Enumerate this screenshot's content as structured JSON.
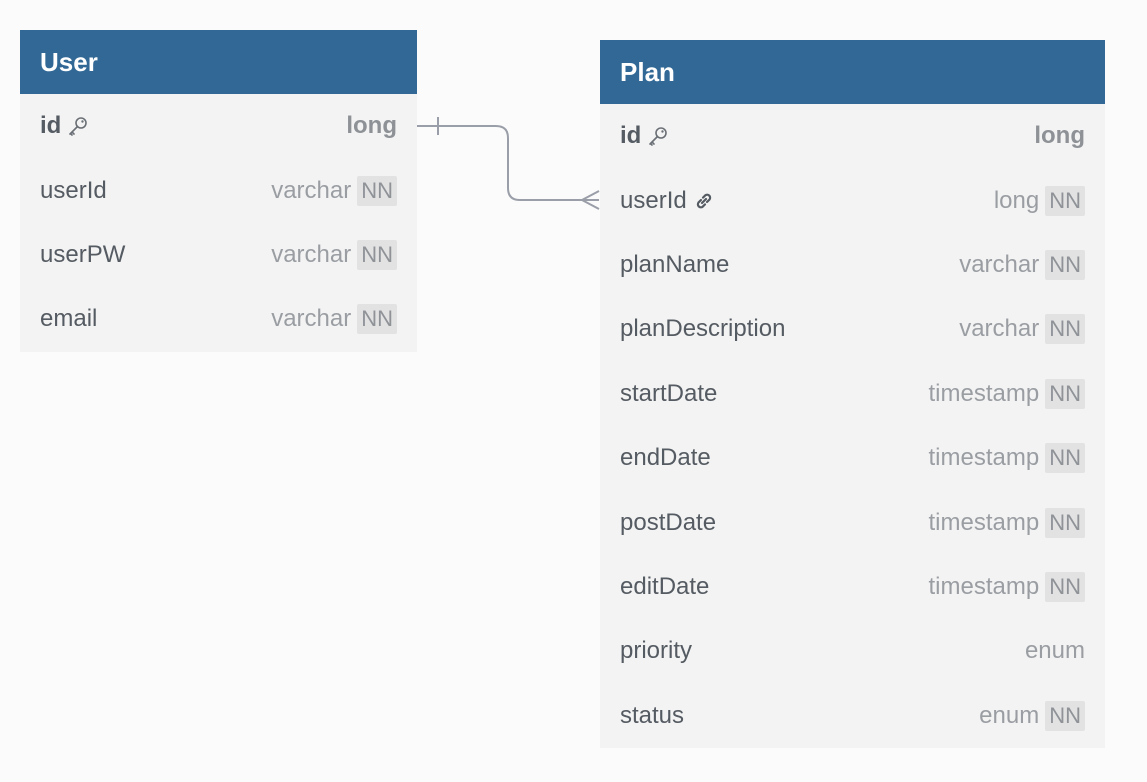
{
  "colors": {
    "header": "#316896",
    "body": "#f3f3f3",
    "connector": "#9a9ea8"
  },
  "tables": {
    "user": {
      "title": "User",
      "columns": [
        {
          "name": "id",
          "type": "long",
          "nn": "",
          "icon": "key-icon"
        },
        {
          "name": "userId",
          "type": "varchar",
          "nn": "NN"
        },
        {
          "name": "userPW",
          "type": "varchar",
          "nn": "NN"
        },
        {
          "name": "email",
          "type": "varchar",
          "nn": "NN"
        }
      ]
    },
    "plan": {
      "title": "Plan",
      "columns": [
        {
          "name": "id",
          "type": "long",
          "nn": "",
          "icon": "key-icon"
        },
        {
          "name": "userId",
          "type": "long",
          "nn": "NN",
          "icon": "link-icon"
        },
        {
          "name": "planName",
          "type": "varchar",
          "nn": "NN"
        },
        {
          "name": "planDescription",
          "type": "varchar",
          "nn": "NN"
        },
        {
          "name": "startDate",
          "type": "timestamp",
          "nn": "NN"
        },
        {
          "name": "endDate",
          "type": "timestamp",
          "nn": "NN"
        },
        {
          "name": "postDate",
          "type": "timestamp",
          "nn": "NN"
        },
        {
          "name": "editDate",
          "type": "timestamp",
          "nn": "NN"
        },
        {
          "name": "priority",
          "type": "enum",
          "nn": ""
        },
        {
          "name": "status",
          "type": "enum",
          "nn": "NN"
        }
      ]
    }
  }
}
